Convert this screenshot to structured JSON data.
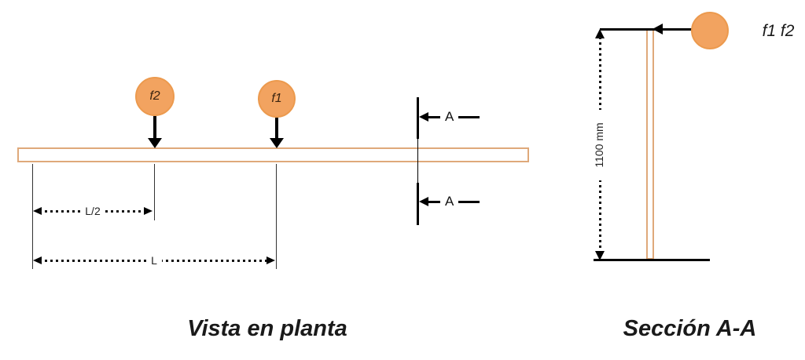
{
  "plan_view": {
    "title": "Vista en planta",
    "force_f2_label": "f2",
    "force_f1_label": "f1",
    "dim_half_span_label": "L/2",
    "dim_full_span_label": "L",
    "section_mark_top_label": "A",
    "section_mark_bottom_label": "A"
  },
  "section_view": {
    "title": "Sección A-A",
    "force_label": "f1 f2",
    "height_dim_label": "1100 mm"
  },
  "colors": {
    "force_circle_fill": "#f2a360",
    "force_circle_outline": "#ec9a4e",
    "member_outline": "#dfa97a",
    "line_color": "#000000"
  }
}
